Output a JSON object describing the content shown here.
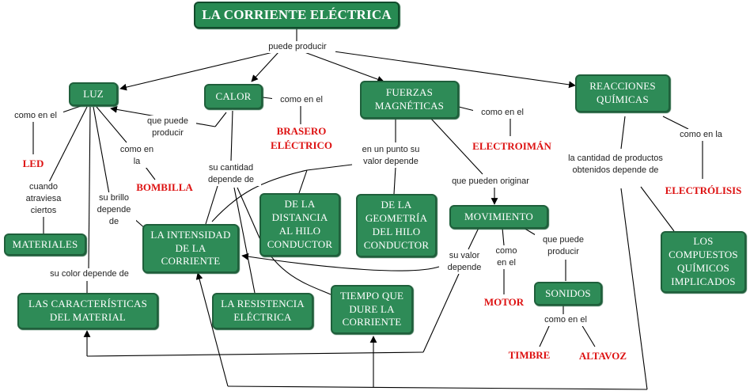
{
  "title": "LA CORRIENTE ELÉCTRICA",
  "nodes": {
    "luz": "LUZ",
    "calor": "CALOR",
    "fuerzas": "FUERZAS MAGNÉTICAS",
    "reacciones": "REACCIONES QUÍMICAS",
    "materiales": "MATERIALES",
    "intensidad": "LA INTENSIDAD DE LA CORRIENTE",
    "distancia": "DE LA DISTANCIA AL HILO CONDUCTOR",
    "geometria": "DE LA GEOMETRÍA DEL HILO CONDUCTOR",
    "movimiento": "MOVIMIENTO",
    "caracteristicas": "LAS CARACTERÍSTICAS DEL MATERIAL",
    "resistencia": "LA RESISTENCIA ELÉCTRICA",
    "tiempo": "TIEMPO QUE DURE LA CORRIENTE",
    "sonidos": "SONIDOS",
    "compuestos": "LOS COMPUESTOS QUÍMICOS IMPLICADOS"
  },
  "examples": {
    "led": "LED",
    "bombilla": "BOMBILLA",
    "brasero": "BRASERO ELÉCTRICO",
    "electroiman": "ELECTROIMÁN",
    "electrolisis": "ELECTRÓLISIS",
    "motor": "MOTOR",
    "timbre": "TIMBRE",
    "altavoz": "ALTAVOZ"
  },
  "links": {
    "puede_producir": "puede producir",
    "como_en_el_led": "como en el",
    "que_puede_producir": "que puede producir",
    "como_en_la_bombilla": "como en la",
    "como_en_el_brasero": "como en el",
    "como_en_el_electroiman": "como en el",
    "como_en_la_electrolisis": "como en la",
    "cuando_atraviesa": "cuando atraviesa ciertos",
    "su_brillo": "su brillo depende de",
    "su_cantidad": "su cantidad depende de",
    "en_un_punto": "en un punto su valor depende",
    "que_pueden_originar": "que pueden originar",
    "la_cantidad": "la cantidad de productos obtenidos depende de",
    "su_color": "su color depende de",
    "su_valor_depende": "su valor depende",
    "como_en_el_motor": "como en el",
    "que_puede_producir_sonidos": "que puede producir",
    "como_en_el_sonidos": "como en el"
  },
  "colors": {
    "node_fill": "#2e8b57",
    "node_border": "#1f5f3b",
    "example_text": "#dd1111",
    "line": "#000000"
  }
}
